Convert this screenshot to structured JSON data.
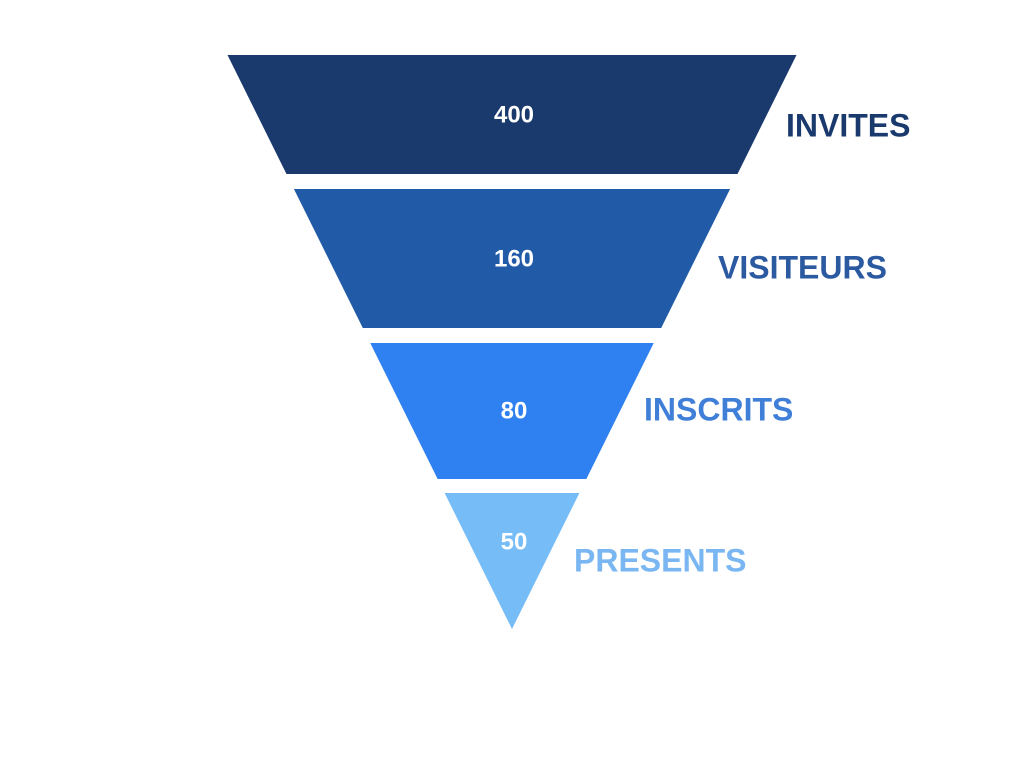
{
  "chart_data": {
    "type": "funnel",
    "categories": [
      "INVITES",
      "VISITEURS",
      "INSCRITS",
      "PRESENTS"
    ],
    "values": [
      400,
      160,
      80,
      50
    ],
    "colors": [
      "#1a3a6e",
      "#215ba8",
      "#2f80f0",
      "#76bdf8"
    ],
    "label_colors": [
      "#1a3a6e",
      "#2c5aa0",
      "#3f7fd7",
      "#7ab7f2"
    ]
  }
}
